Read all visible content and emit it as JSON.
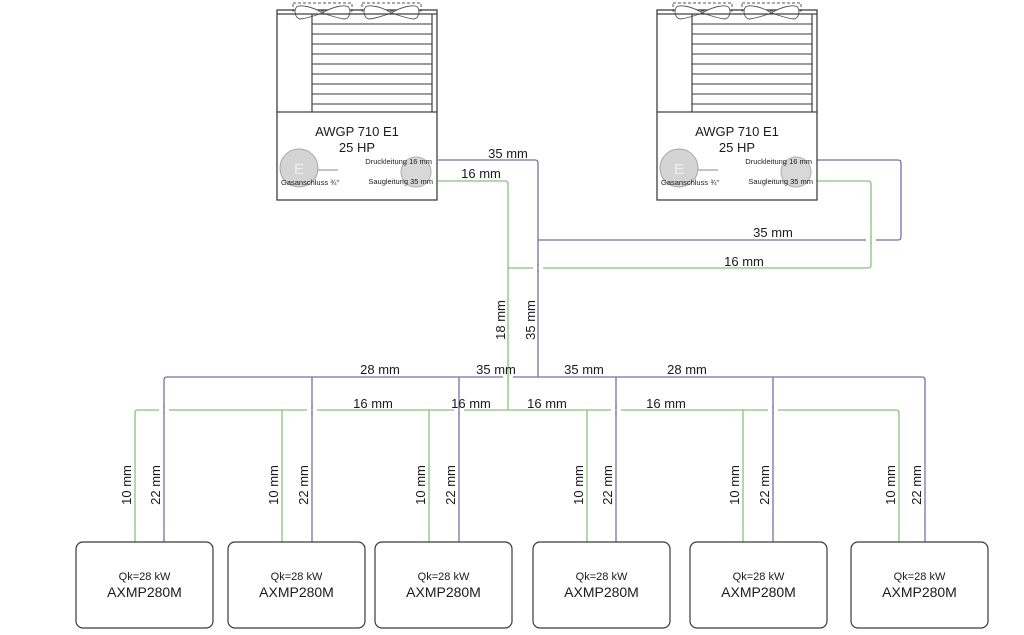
{
  "colors": {
    "gas_line": "#7b6fa6",
    "liquid_line": "#86c27a",
    "connector_fill": "#d4d4d4"
  },
  "outdoor_units": [
    {
      "model": "AWGP 710 E1",
      "capacity": "25 HP",
      "gas_connection_icon": "E",
      "gas_connection_label": "Gasanschluss ¾\"",
      "discharge_label": "Druckleitung 16 mm",
      "suction_label": "Saugleitung 35 mm"
    },
    {
      "model": "AWGP 710 E1",
      "capacity": "25 HP",
      "gas_connection_icon": "E",
      "gas_connection_label": "Gasanschluss ¾\"",
      "discharge_label": "Druckleitung 16 mm",
      "suction_label": "Saugleitung 35 mm"
    }
  ],
  "piping": {
    "outdoor_1_gas": "35 mm",
    "outdoor_1_liquid": "16 mm",
    "outdoor_2_gas": "35 mm",
    "outdoor_2_liquid": "16 mm",
    "main_liquid_riser": "18 mm",
    "main_gas_riser": "35 mm",
    "gas_header": [
      "28 mm",
      "35 mm",
      "35 mm",
      "28 mm"
    ],
    "liquid_header": [
      "16 mm",
      "16 mm",
      "16 mm",
      "16 mm"
    ]
  },
  "indoor_units": [
    {
      "capacity": "Qk=28 kW",
      "model": "AXMP280M",
      "liquid_pipe": "10 mm",
      "gas_pipe": "22 mm"
    },
    {
      "capacity": "Qk=28 kW",
      "model": "AXMP280M",
      "liquid_pipe": "10 mm",
      "gas_pipe": "22 mm"
    },
    {
      "capacity": "Qk=28 kW",
      "model": "AXMP280M",
      "liquid_pipe": "10 mm",
      "gas_pipe": "22 mm"
    },
    {
      "capacity": "Qk=28 kW",
      "model": "AXMP280M",
      "liquid_pipe": "10 mm",
      "gas_pipe": "22 mm"
    },
    {
      "capacity": "Qk=28 kW",
      "model": "AXMP280M",
      "liquid_pipe": "10 mm",
      "gas_pipe": "22 mm"
    },
    {
      "capacity": "Qk=28 kW",
      "model": "AXMP280M",
      "liquid_pipe": "10 mm",
      "gas_pipe": "22 mm"
    }
  ]
}
